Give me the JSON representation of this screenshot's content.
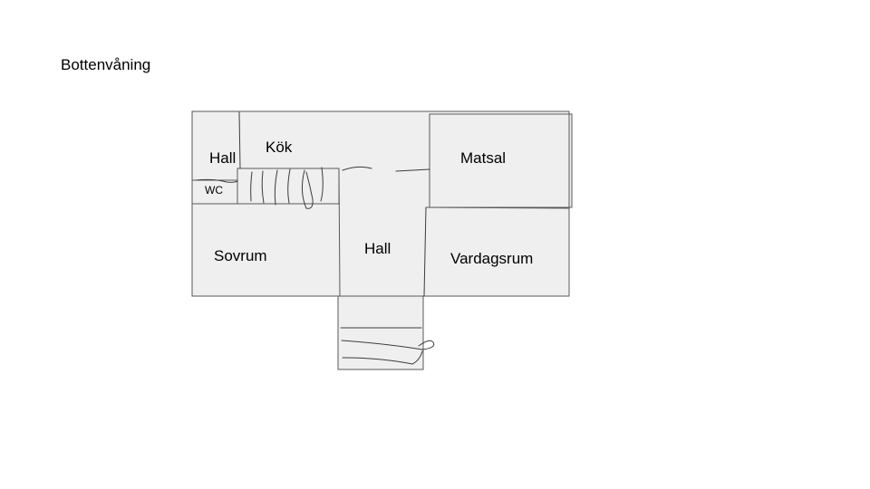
{
  "slide": {
    "title": "Bottenvåning"
  },
  "rooms": {
    "hall_top": "Hall",
    "kitchen": "Kök",
    "wc": "WC",
    "dining": "Matsal",
    "bedroom": "Sovrum",
    "hall_center": "Hall",
    "living": "Vardagsrum"
  },
  "colors": {
    "floor": "#efefef",
    "wall": "#595959",
    "text": "#000000"
  }
}
